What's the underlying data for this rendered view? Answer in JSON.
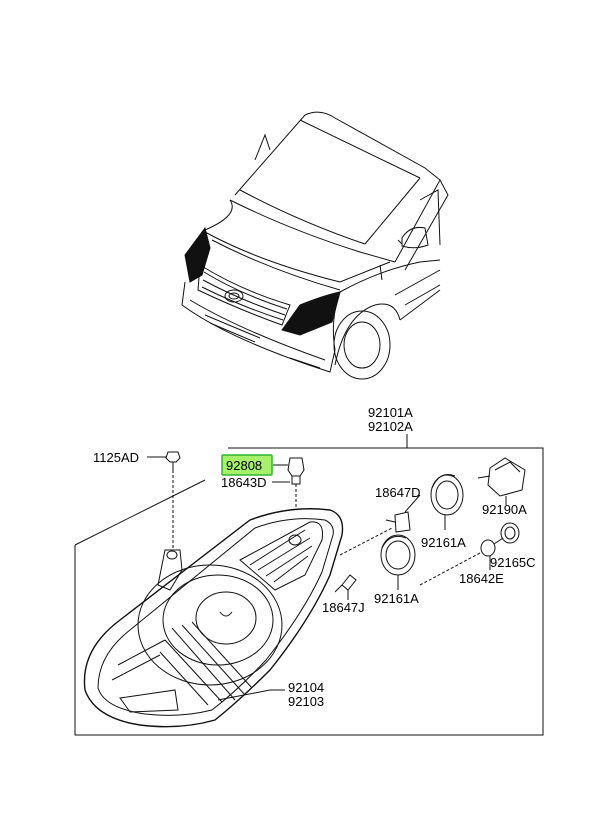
{
  "colors": {
    "highlight_fill": "#a6f06b",
    "highlight_stroke": "#2db82d",
    "line": "#111111"
  },
  "labels": {
    "p92101A": "92101A",
    "p92102A": "92102A",
    "p1125AD": "1125AD",
    "p92808": "92808",
    "p18643D": "18643D",
    "p18647D": "18647D",
    "p92190A": "92190A",
    "p92161A_upper": "92161A",
    "p92165C": "92165C",
    "p18642E": "18642E",
    "p92161A_lower": "92161A",
    "p18647J": "18647J",
    "p92104": "92104",
    "p92103": "92103"
  },
  "highlighted_part": "92808",
  "icons": [
    "vehicle-illustration",
    "headlamp-assembly",
    "bolt-icon",
    "bulb-icon",
    "socket-icon",
    "dust-cap-icon",
    "leveling-actuator-icon"
  ]
}
